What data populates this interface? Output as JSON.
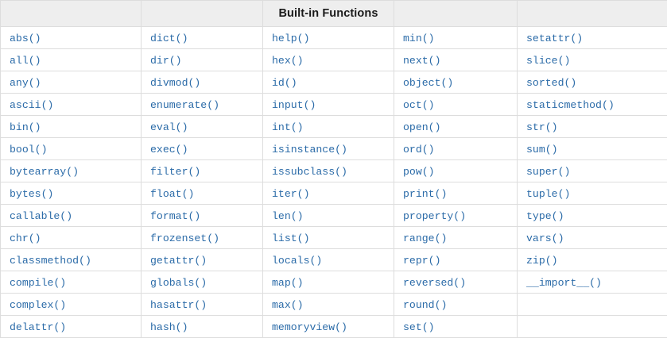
{
  "table": {
    "title": "Built-in Functions",
    "title_column_index": 2,
    "header_cells": [
      "",
      "",
      "Built-in Functions",
      "",
      ""
    ],
    "columns": [
      {
        "index": 0,
        "items": [
          "abs()",
          "all()",
          "any()",
          "ascii()",
          "bin()",
          "bool()",
          "bytearray()",
          "bytes()",
          "callable()",
          "chr()",
          "classmethod()",
          "compile()",
          "complex()",
          "delattr()"
        ]
      },
      {
        "index": 1,
        "items": [
          "dict()",
          "dir()",
          "divmod()",
          "enumerate()",
          "eval()",
          "exec()",
          "filter()",
          "float()",
          "format()",
          "frozenset()",
          "getattr()",
          "globals()",
          "hasattr()",
          "hash()"
        ]
      },
      {
        "index": 2,
        "items": [
          "help()",
          "hex()",
          "id()",
          "input()",
          "int()",
          "isinstance()",
          "issubclass()",
          "iter()",
          "len()",
          "list()",
          "locals()",
          "map()",
          "max()",
          "memoryview()"
        ]
      },
      {
        "index": 3,
        "items": [
          "min()",
          "next()",
          "object()",
          "oct()",
          "open()",
          "ord()",
          "pow()",
          "print()",
          "property()",
          "range()",
          "repr()",
          "reversed()",
          "round()",
          "set()"
        ]
      },
      {
        "index": 4,
        "items": [
          "setattr()",
          "slice()",
          "sorted()",
          "staticmethod()",
          "str()",
          "sum()",
          "super()",
          "tuple()",
          "type()",
          "vars()",
          "zip()",
          "__import__()",
          "",
          ""
        ]
      }
    ],
    "row_count": 14,
    "column_count": 5
  },
  "colors": {
    "link": "#2b6ba8",
    "header_background": "#eeeeee",
    "border": "#dddddd",
    "cell_background": "#ffffff",
    "header_text": "#1a1a1a"
  }
}
